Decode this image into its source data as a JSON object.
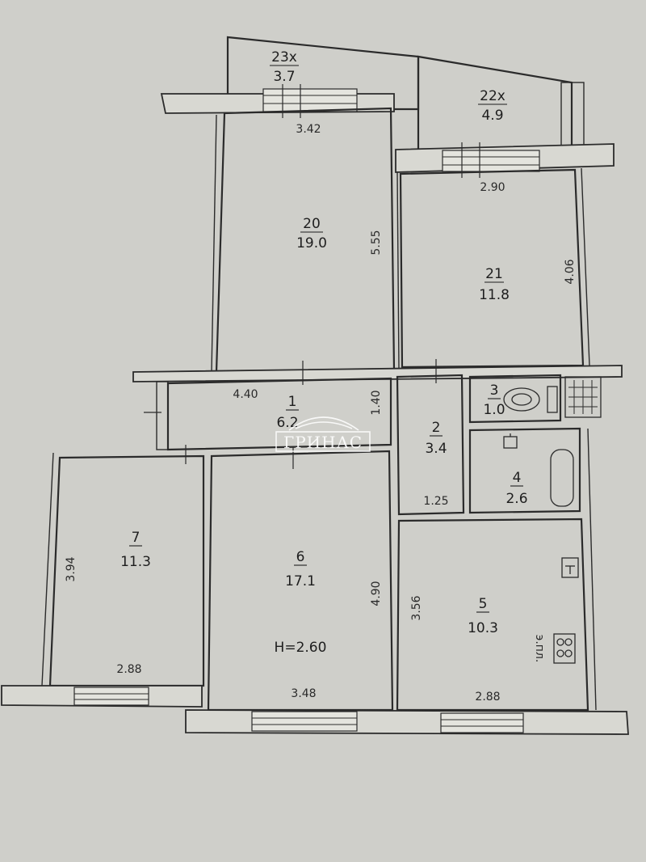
{
  "rooms": [
    {
      "num": "23х",
      "area": "3.7"
    },
    {
      "num": "22х",
      "area": "4.9"
    },
    {
      "num": "20",
      "area": "19.0"
    },
    {
      "num": "21",
      "area": "11.8"
    },
    {
      "num": "1",
      "area": "6.2"
    },
    {
      "num": "2",
      "area": "3.4"
    },
    {
      "num": "3",
      "area": "1.0"
    },
    {
      "num": "4",
      "area": "2.6"
    },
    {
      "num": "7",
      "area": "11.3"
    },
    {
      "num": "6",
      "area": "17.1"
    },
    {
      "num": "5",
      "area": "10.3"
    }
  ],
  "dimensions": {
    "d_342": "3.42",
    "d_290": "2.90",
    "d_555": "5.55",
    "d_406": "4.06",
    "d_440": "4.40",
    "d_140": "1.40",
    "d_125": "1.25",
    "d_394": "3.94",
    "d_490": "4.90",
    "d_356": "3.56",
    "d_288a": "2.88",
    "d_348": "3.48",
    "d_288b": "2.88"
  },
  "ceiling_height": "H=2.60",
  "stove_label": "э.пл.",
  "watermark": "ГРИНАС"
}
